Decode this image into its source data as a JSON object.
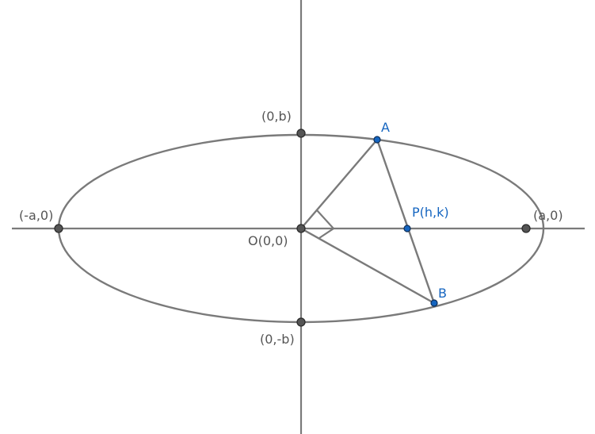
{
  "colors": {
    "line": "#7a7a7a",
    "fixed_point_fill": "#555555",
    "fixed_point_stroke": "#2b2b2b",
    "movable_point_fill": "#1565c0",
    "movable_point_stroke": "#0d2f5a",
    "fixed_label": "#555555",
    "movable_label": "#1565c0",
    "background": "#ffffff"
  },
  "labels": {
    "top_vertex": "(0,b)",
    "bottom_vertex": "(0,-b)",
    "left_vertex": "(-a,0)",
    "right_vertex": "(a,0)",
    "origin": "O(0,0)",
    "point_a": "A",
    "point_b": "B",
    "point_p": "P(h,k)"
  }
}
